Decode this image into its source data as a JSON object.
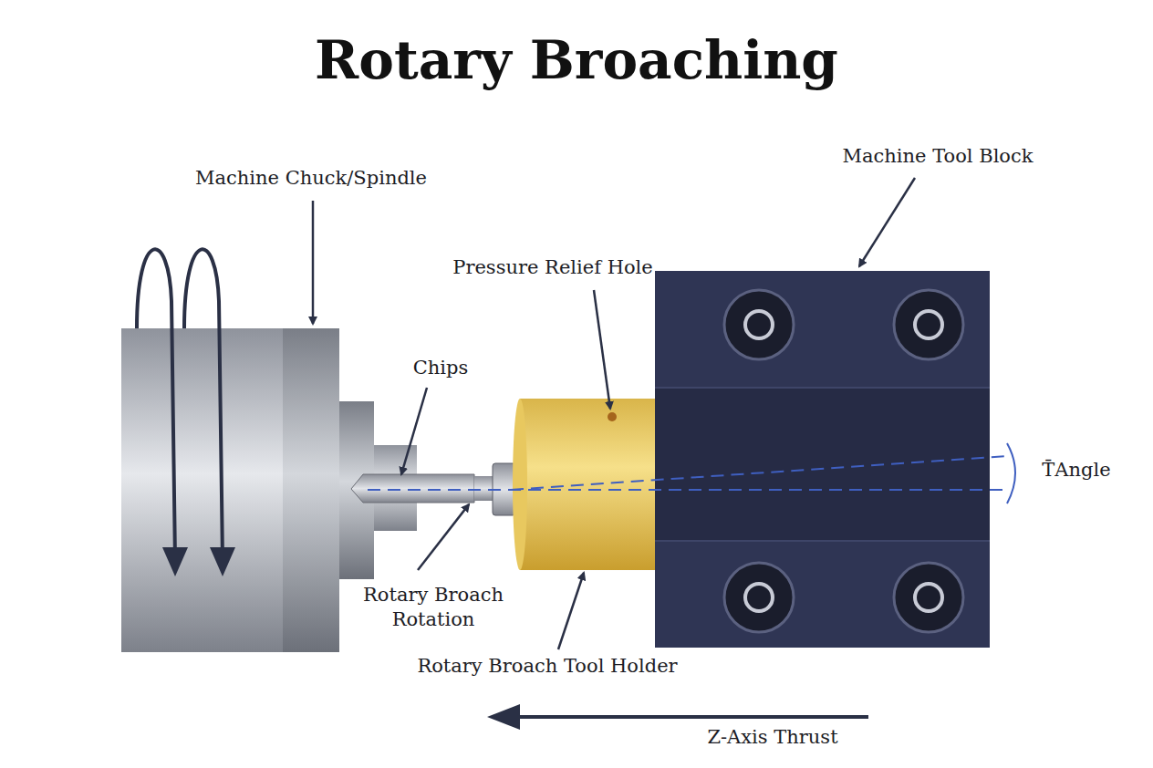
{
  "diagram": {
    "title": "Rotary Broaching",
    "labels": [
      "Machine Chuck/Spindle",
      "Machine Tool Block",
      "Pressure Relief Hole",
      "Chips",
      "Rotary Broach Rotation",
      "Rotary Broach Tool Holder",
      "Z-Axis Thrust",
      "T̄Angle"
    ]
  }
}
